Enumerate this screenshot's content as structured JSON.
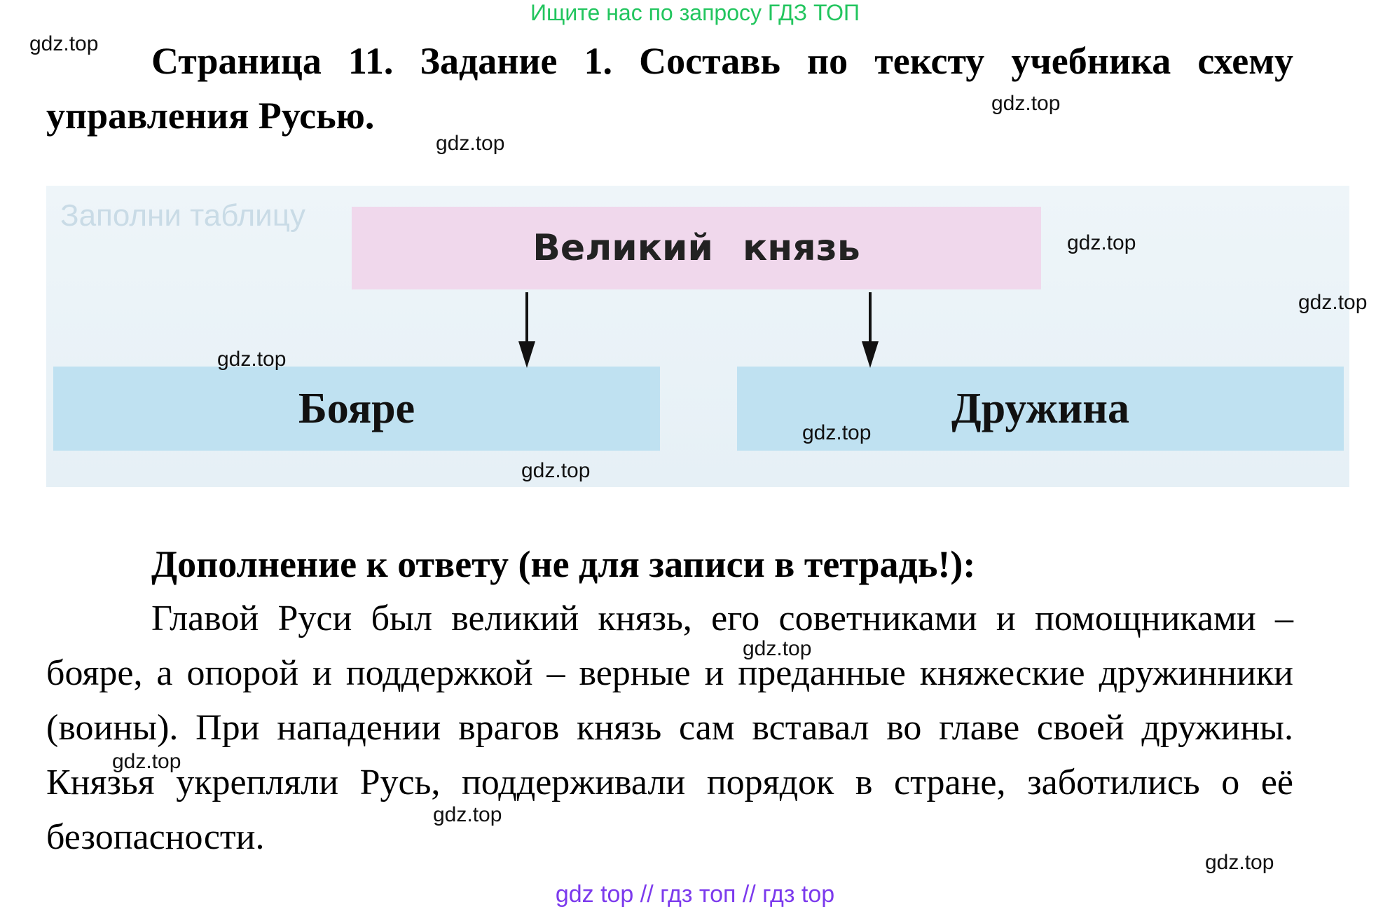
{
  "banner": {
    "text": "Ищите нас по запросу ГДЗ ТОП"
  },
  "task": {
    "title": "Страница 11. Задание 1. Составь по тексту учебника схему управления Русью."
  },
  "diagram": {
    "background_hint": "Заполни таблицу",
    "top_box": "Великий князь",
    "left_box": "Бояре",
    "right_box": "Дружина",
    "colors": {
      "top_box": "#f0d8ec",
      "bottom_boxes": "#bfe1f1"
    }
  },
  "addendum": {
    "heading": "Дополнение к ответу (не для записи в тетрадь!):",
    "text": "Главой Руси был великий князь, его советниками и помощниками – бояре, а опорой и поддержкой – верные и преданные княжеские дружинники (воины). При нападении врагов князь сам вставал во главе своей дружины. Князья укрепляли Русь, поддерживали порядок в стране, заботились о её безопасности."
  },
  "watermark": "gdz.top",
  "footer": {
    "text": "gdz top  //  гдз топ  //  гдз top"
  },
  "accent_colors": {
    "banner": "#22c55e",
    "footer": "#7c3aed"
  }
}
